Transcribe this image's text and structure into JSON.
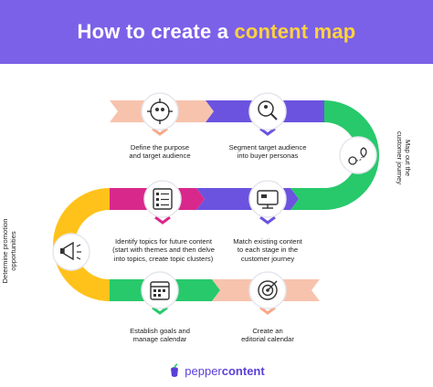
{
  "header": {
    "title_prefix": "How to create a ",
    "title_highlight": "content map",
    "bg_color": "#7b61e8",
    "highlight_color": "#ffd23f"
  },
  "steps": {
    "define": {
      "line1": "Define the purpose",
      "line2": "and target audience",
      "icon": "target-people-icon"
    },
    "segment": {
      "line1": "Segment target audience",
      "line2": "into buyer personas",
      "icon": "magnifier-people-icon"
    },
    "map": {
      "line1": "Map out the",
      "line2": "customer journey",
      "icon": "journey-pin-icon"
    },
    "match": {
      "line1": "Match existing content",
      "line2": "to each stage in the",
      "line3": "customer journey",
      "icon": "monitor-content-icon"
    },
    "identify": {
      "line1": "Identify topics for future content",
      "line2": "(start with themes and then delve",
      "line3": "into topics, create topic clusters)",
      "icon": "checklist-icon"
    },
    "promote": {
      "line1": "Determine promotion",
      "line2": "opportunities",
      "icon": "megaphone-icon"
    },
    "establish": {
      "line1": "Establish goals and",
      "line2": "manage calendar",
      "icon": "calendar-icon"
    },
    "create": {
      "line1": "Create an",
      "line2": "editorial calendar",
      "icon": "target-arrow-icon"
    }
  },
  "footer": {
    "brand_prefix": "pepper",
    "brand_bold": "content",
    "logo_icon": "pepper-logo-icon"
  },
  "colors": {
    "salmon": "#f7c3ad",
    "purple": "#6b53e0",
    "green": "#27c96b",
    "pink": "#d9288c",
    "yellow": "#ffc21a"
  }
}
